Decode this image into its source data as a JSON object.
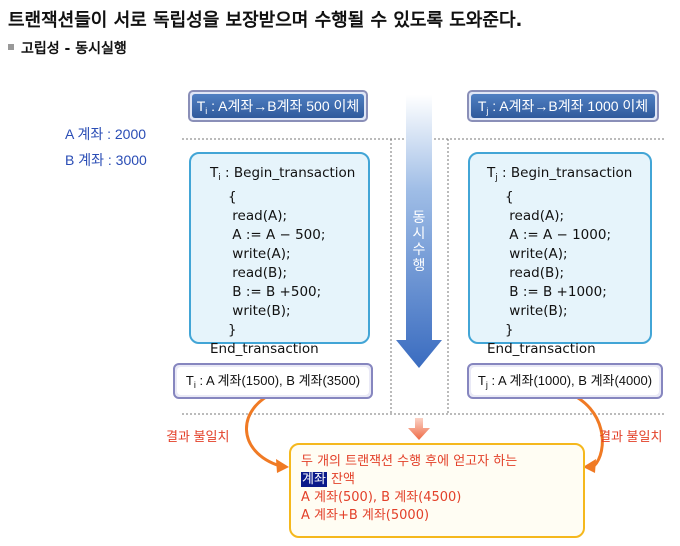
{
  "headline": "트랜잭션들이 서로 독립성을 보장받으며 수행될 수 있도록 도와준다.",
  "bullet": "고립성 - 동시실행",
  "accounts": [
    "A 계좌 : 2000",
    "B 계좌 : 3000"
  ],
  "ti": {
    "symbol": "T",
    "sub": "i",
    "title_rest": " : A계좌→B계좌 500 이체",
    "header": " : Begin_transaction",
    "lines": [
      "{",
      " read(A);",
      " A := A − 500;",
      " write(A);",
      " read(B);",
      " B := B +500;",
      " write(B);",
      "}",
      "End_transaction"
    ],
    "result_rest": " : A 계좌(1500), B 계좌(3500)"
  },
  "tj": {
    "symbol": "T",
    "sub": "j",
    "title_rest": " : A계좌→B계좌 1000 이체",
    "header": " : Begin_transaction",
    "lines": [
      "{",
      " read(A);",
      " A := A − 1000;",
      " write(A);",
      " read(B);",
      " B := B +1000;",
      " write(B);",
      "}",
      "End_transaction"
    ],
    "result_rest": " : A 계좌(1000), B 계좌(4000)"
  },
  "concurrent_label": [
    "동",
    "시",
    "수",
    "행"
  ],
  "mismatch_left": "결과 불일치",
  "mismatch_right": "결과 불일치",
  "final": {
    "line1": "두 개의 트랜잭션 수행 후에 얻고자 하는",
    "line2_highlight": "계좌",
    "line2_rest": " 잔액",
    "line3": "A 계좌(500), B 계좌(4500)",
    "line4": "A 계좌+B 계좌(5000)"
  }
}
